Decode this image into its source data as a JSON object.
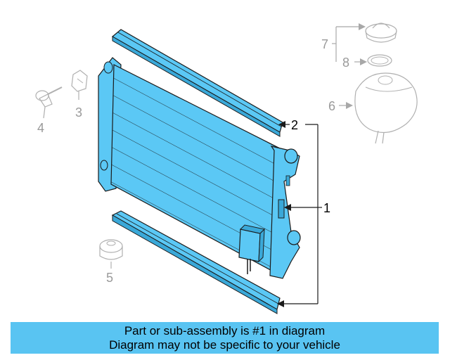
{
  "callouts": {
    "c1": "1",
    "c2": "2",
    "c3": "3",
    "c4": "4",
    "c5": "5",
    "c6": "6",
    "c7": "7",
    "c8": "8"
  },
  "banner": {
    "line1": "Part or sub-assembly is #1 in diagram",
    "line2": "Diagram may not be specific to your vehicle"
  },
  "colors": {
    "part_highlight": "#5bc8f5",
    "banner_bg": "#59c4f2",
    "outline": "#1a1a1a",
    "inactive_part": "#b0b0b0"
  },
  "highlighted_parts": [
    "1",
    "2"
  ]
}
